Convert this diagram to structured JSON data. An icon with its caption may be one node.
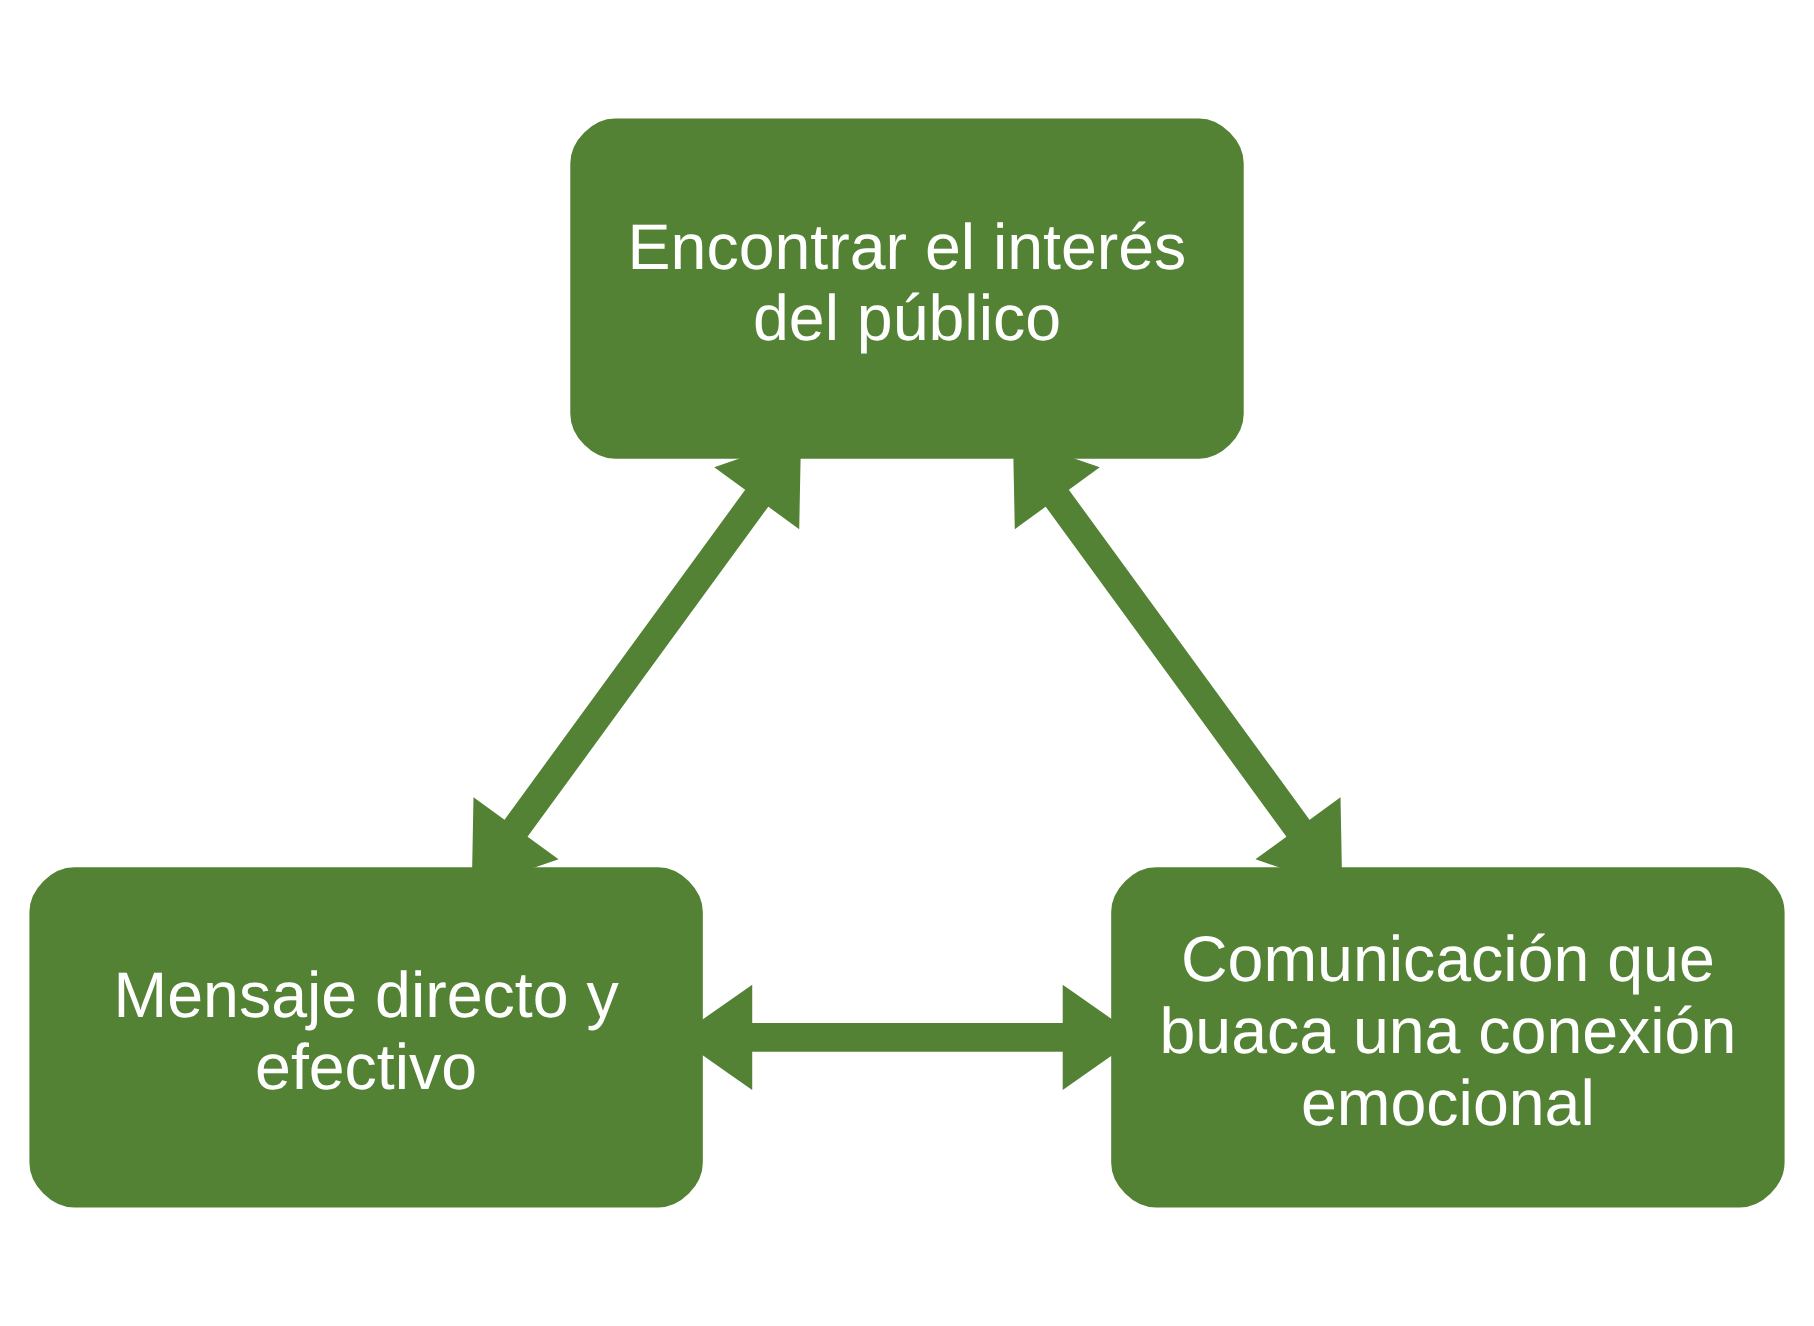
{
  "diagram": {
    "nodes": [
      {
        "text": [
          "Encontrar el interés del público"
        ]
      },
      {
        "text": [
          "Mensaje directo y efectivo"
        ]
      },
      {
        "text": [
          "Comunicación que buaca una conexión emocional"
        ]
      }
    ],
    "edges": [
      {
        "from": 0,
        "to": 1,
        "arrow": "both"
      },
      {
        "from": 0,
        "to": 2,
        "arrow": "both"
      },
      {
        "from": 1,
        "to": 2,
        "arrow": "both"
      }
    ]
  }
}
